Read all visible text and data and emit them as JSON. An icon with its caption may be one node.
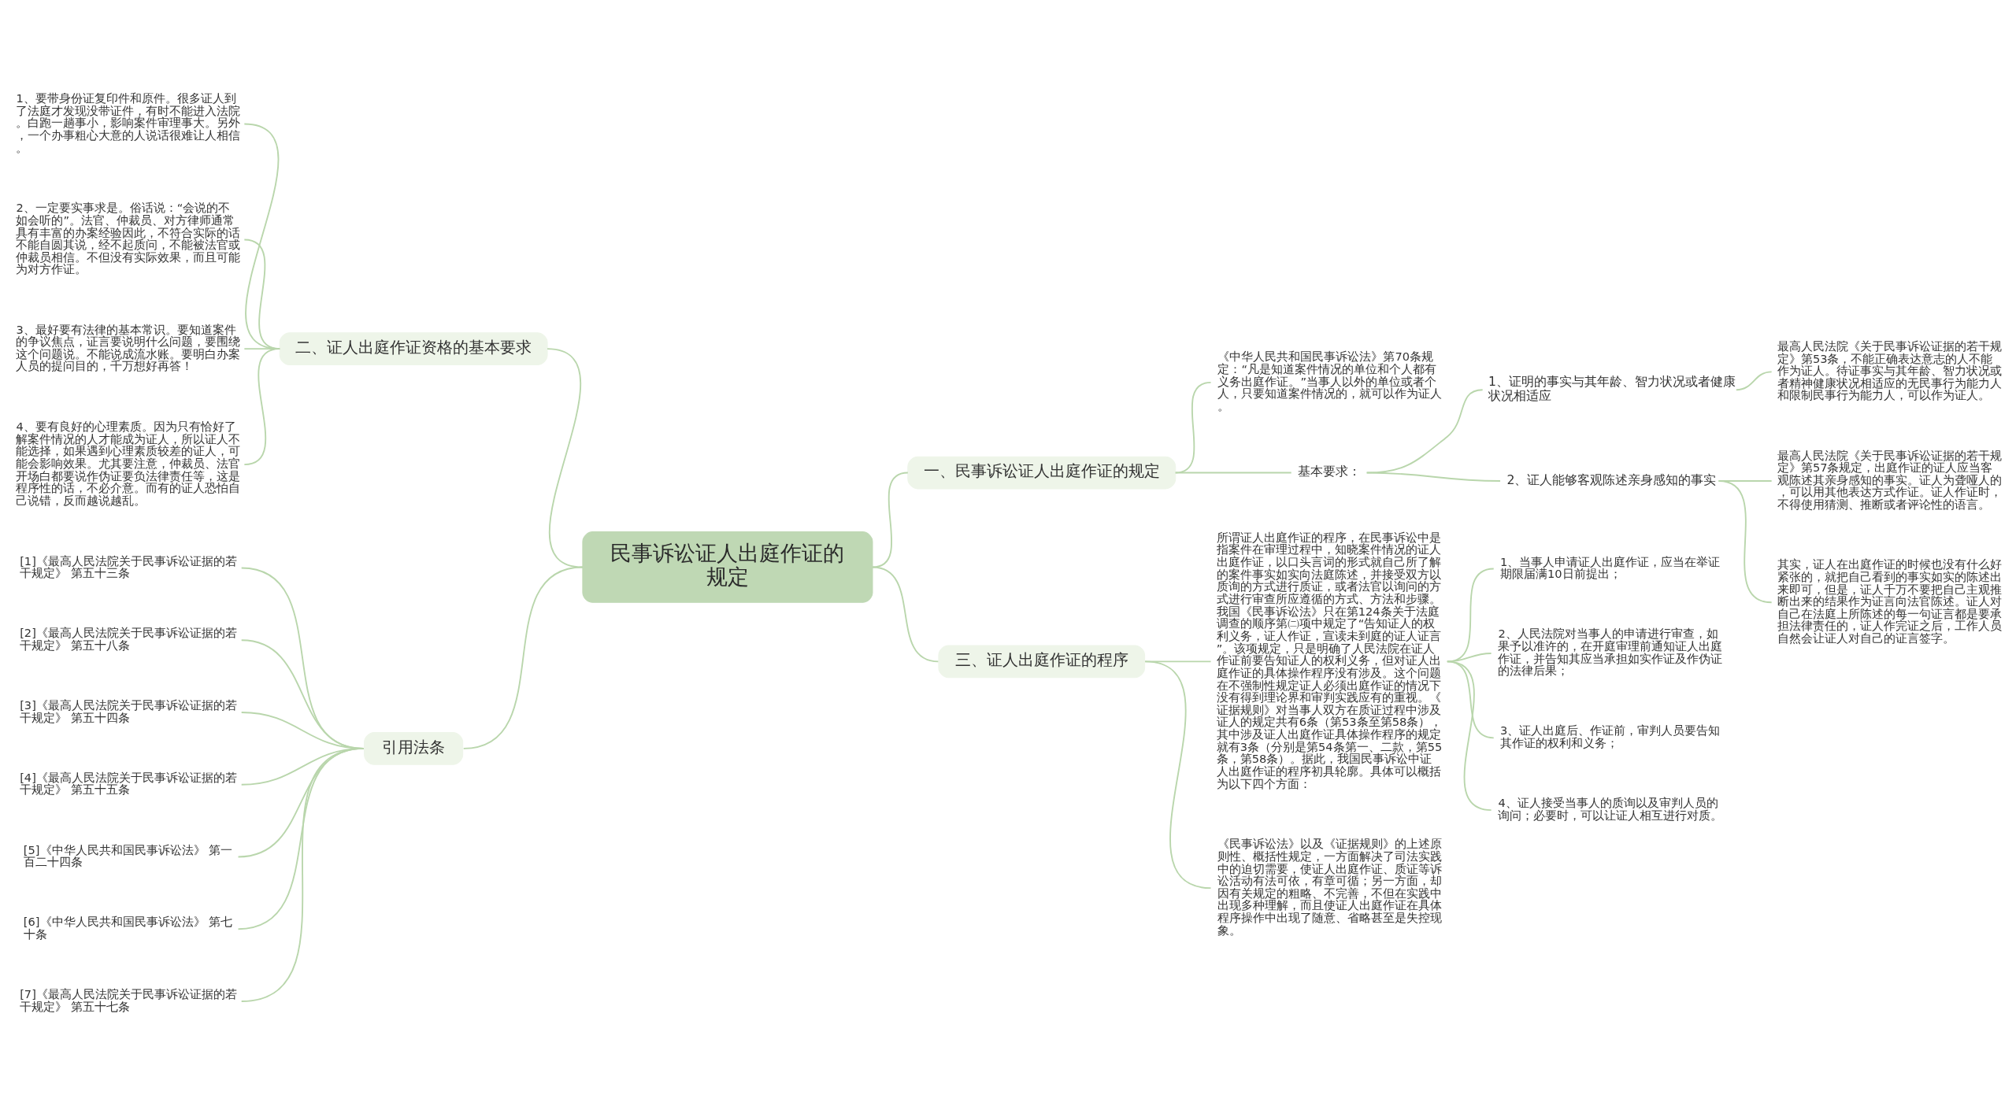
{
  "diagram": {
    "nodes": [
      {
        "text": [
          "民事诉讼证人出庭作证的规定"
        ]
      },
      {
        "text": [
          "一、民事诉讼证人出庭作证的规定"
        ]
      },
      {
        "text": [
          "《中华人民共和国民事诉讼法》第70条规定：“凡是知道案件情况的单位和个人都有义务出庭作证。”当事人以外的单位或者个人，只要知道案件情况的，就可以作为证人。"
        ]
      },
      {
        "text": [
          "基本要求："
        ]
      },
      {
        "text": [
          "1、证明的事实与其年龄、智力状况或者健康状况相适应"
        ]
      },
      {
        "text": [
          "最高人民法院《关于民事诉讼证据的若干规定》第53条，不能正确表达意志的人不能作为证人。待证事实与其年龄、智力状况或者精神健康状况相适应的无民事行为能力人和限制民事行为能力人，可以作为证人。"
        ]
      },
      {
        "text": [
          "2、证人能够客观陈述亲身感知的事实"
        ]
      },
      {
        "text": [
          "最高人民法院《关于民事诉讼证据的若干规定》第57条规定，出庭作证的证人应当客观陈述其亲身感知的事实。证人为聋哑人的，可以用其他表达方式作证。证人作证时，不得使用猜测、推断或者评论性的语言。"
        ]
      },
      {
        "text": [
          "其实，证人在出庭作证的时候也没有什么好紧张的，就把自己看到的事实如实的陈述出来即可，但是，证人千万不要把自己主观推断出来的结果作为证言向法官陈述。证人对自己在法庭上所陈述的每一句证言都是要承担法律责任的，证人作完证之后，工作人员自然会让证人对自己的证言签字。"
        ]
      },
      {
        "text": [
          "二、证人出庭作证资格的基本要求"
        ]
      },
      {
        "text": [
          "1、要带身份证复印件和原件。很多证人到了法庭才发现没带证件，有时不能进入法院。白跑一趟事小，影响案件审理事大。另外，一个办事粗心大意的人说话很难让人相信。"
        ]
      },
      {
        "text": [
          "2、一定要实事求是。俗话说：“会说的不如会听的”。法官、仲裁员、对方律师通常具有丰富的办案经验因此，不符合实际的话不能自圆其说，经不起质问，不能被法官或仲裁员相信。不但没有实际效果，而且可能为对方作证。"
        ]
      },
      {
        "text": [
          "3、最好要有法律的基本常识。要知道案件的争议焦点，证言要说明什么问题，要围绕这个问题说。不能说成流水账。要明白办案人员的提问目的，千万想好再答！"
        ]
      },
      {
        "text": [
          "4、要有良好的心理素质。因为只有恰好了解案件情况的人才能成为证人，所以证人不能选择，如果遇到心理素质较差的证人，可能会影响效果。尤其要注意，仲裁员、法官开场白都要说作伪证要负法律责任等，这是程序性的话，不必介意。而有的证人恐怕自己说错，反而越说越乱。"
        ]
      },
      {
        "text": [
          "三、证人出庭作证的程序"
        ]
      },
      {
        "text": [
          "所谓证人出庭作证的程序，在民事诉讼中是指案件在审理过程中，知晓案件情况的证人出庭作证，以口头言词的形式就自己所了解的案件事实如实向法庭陈述，并接受双方以质询的方式进行质证，或者法官以询问的方式进行审查所应遵循的方式、方法和步骤。我国《民事诉讼法》只在第124条关于法庭调查的顺序第㈡项中规定了“告知证人的权利义务，证人作证，宣读未到庭的证人证言”。该项规定，只是明确了人民法院在证人作证前要告知证人的权利义务，但对证人出庭作证的具体操作程序没有涉及。这个问题在不强制性规定证人必须出庭作证的情况下没有得到理论界和审判实践应有的重视。《证据规则》对当事人双方在质证过程中涉及证人的规定共有6条（第53条至第58条），其中涉及证人出庭作证具体操作程序的规定就有3条（分别是第54条第一、二款，第55条，第58条）。据此，我国民事诉讼中证人出庭作证的程序初具轮廓。具体可以概括为以下四个方面："
        ]
      },
      {
        "text": [
          "1、当事人申请证人出庭作证，应当在举证期限届满10日前提出；"
        ]
      },
      {
        "text": [
          "2、人民法院对当事人的申请进行审查，如果予以准许的，在开庭审理前通知证人出庭作证，并告知其应当承担如实作证及作伪证的法律后果；"
        ]
      },
      {
        "text": [
          "3、证人出庭后、作证前，审判人员要告知其作证的权利和义务；"
        ]
      },
      {
        "text": [
          "4、证人接受当事人的质询以及审判人员的询问；必要时，可以让证人相互进行对质。"
        ]
      },
      {
        "text": [
          "《民事诉讼法》以及《证据规则》的上述原则性、概括性规定，一方面解决了司法实践中的迫切需要，使证人出庭作证、质证等诉讼活动有法可依，有章可循；另一方面，却因有关规定的粗略、不完善，不但在实践中出现多种理解，而且使证人出庭作证在具体程序操作中出现了随意、省略甚至是失控现象。"
        ]
      },
      {
        "text": [
          "引用法条"
        ]
      },
      {
        "text": [
          "[1]《最高人民法院关于民事诉讼证据的若干规定》 第五十三条"
        ]
      },
      {
        "text": [
          "[2]《最高人民法院关于民事诉讼证据的若干规定》 第五十八条"
        ]
      },
      {
        "text": [
          "[3]《最高人民法院关于民事诉讼证据的若干规定》 第五十四条"
        ]
      },
      {
        "text": [
          "[4]《最高人民法院关于民事诉讼证据的若干规定》 第五十五条"
        ]
      },
      {
        "text": [
          "[5]《中华人民共和国民事诉讼法》 第一百二十四条"
        ]
      },
      {
        "text": [
          "[6]《中华人民共和国民事诉讼法》 第七十条"
        ]
      },
      {
        "text": [
          "[7]《最高人民法院关于民事诉讼证据的若干规定》 第五十七条"
        ]
      }
    ],
    "edges": [
      {
        "from": 0,
        "to": 1,
        "arrow": "none"
      },
      {
        "from": 1,
        "to": 2,
        "arrow": "none"
      },
      {
        "from": 1,
        "to": 3,
        "arrow": "none"
      },
      {
        "from": 3,
        "to": 4,
        "arrow": "none"
      },
      {
        "from": 4,
        "to": 5,
        "arrow": "none"
      },
      {
        "from": 3,
        "to": 6,
        "arrow": "none"
      },
      {
        "from": 6,
        "to": 7,
        "arrow": "none"
      },
      {
        "from": 6,
        "to": 8,
        "arrow": "none"
      },
      {
        "from": 9,
        "to": 0,
        "arrow": "none"
      },
      {
        "from": 10,
        "to": 9,
        "arrow": "none"
      },
      {
        "from": 11,
        "to": 9,
        "arrow": "none"
      },
      {
        "from": 12,
        "to": 9,
        "arrow": "none"
      },
      {
        "from": 13,
        "to": 9,
        "arrow": "none"
      },
      {
        "from": 0,
        "to": 14,
        "arrow": "none"
      },
      {
        "from": 14,
        "to": 15,
        "arrow": "none"
      },
      {
        "from": 15,
        "to": 16,
        "arrow": "none"
      },
      {
        "from": 15,
        "to": 17,
        "arrow": "none"
      },
      {
        "from": 15,
        "to": 18,
        "arrow": "none"
      },
      {
        "from": 15,
        "to": 19,
        "arrow": "none"
      },
      {
        "from": 14,
        "to": 20,
        "arrow": "none"
      },
      {
        "from": 21,
        "to": 0,
        "arrow": "none"
      },
      {
        "from": 22,
        "to": 21,
        "arrow": "none"
      },
      {
        "from": 23,
        "to": 21,
        "arrow": "none"
      },
      {
        "from": 24,
        "to": 21,
        "arrow": "none"
      },
      {
        "from": 25,
        "to": 21,
        "arrow": "none"
      },
      {
        "from": 26,
        "to": 21,
        "arrow": "none"
      },
      {
        "from": 27,
        "to": 21,
        "arrow": "none"
      },
      {
        "from": 28,
        "to": 21,
        "arrow": "none"
      }
    ]
  }
}
